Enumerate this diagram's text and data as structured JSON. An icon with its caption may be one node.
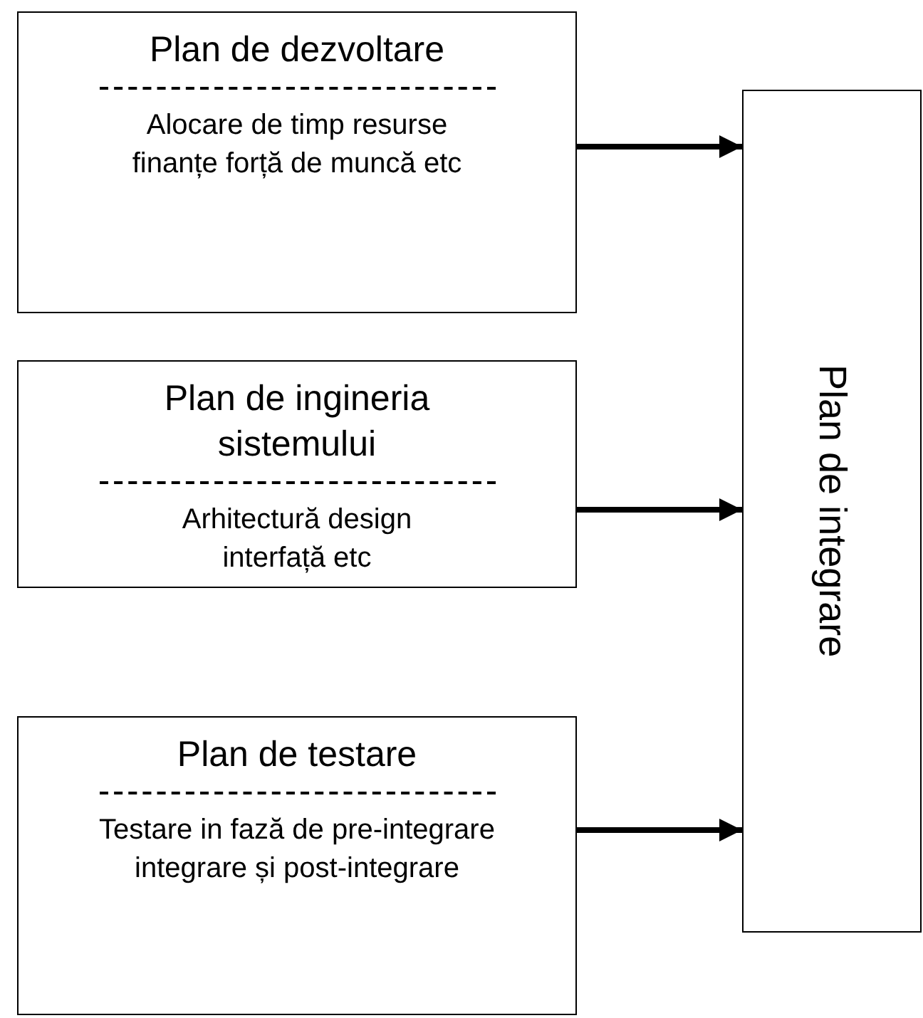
{
  "diagram": {
    "nodes": [
      {
        "text": [
          "Plan de dezvoltare",
          "Alocare de timp resurse finanțe forță de muncă etc"
        ]
      },
      {
        "text": [
          "Plan de ingineria sistemului",
          "Arhitectură design interfață etc"
        ]
      },
      {
        "text": [
          "Plan de testare",
          "Testare in fază de pre-integrare integrare și post-integrare"
        ]
      },
      {
        "text": [
          "Plan de integrare"
        ]
      }
    ],
    "edges": [
      {
        "from": 0,
        "to": 3,
        "arrow": "to"
      },
      {
        "from": 1,
        "to": 3,
        "arrow": "to"
      },
      {
        "from": 2,
        "to": 3,
        "arrow": "to"
      }
    ]
  }
}
